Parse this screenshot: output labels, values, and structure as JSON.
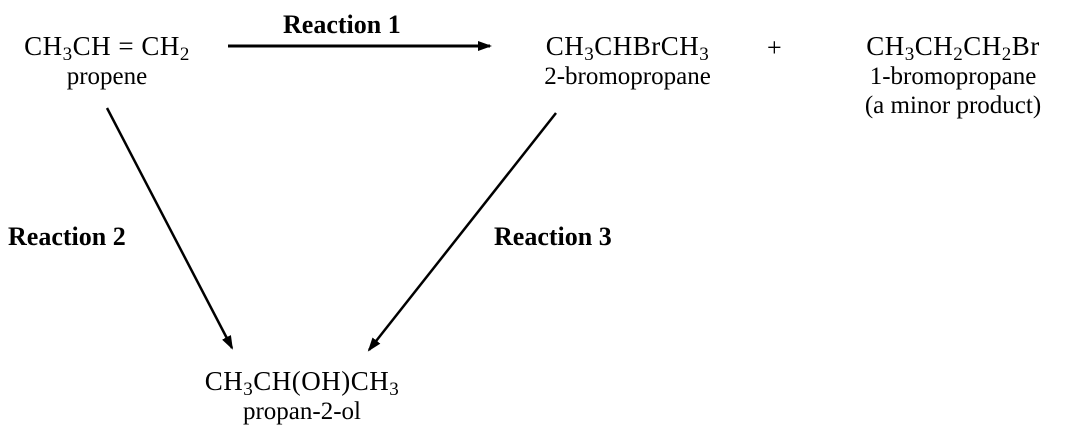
{
  "compounds": {
    "propene": {
      "formula": [
        "CH",
        "3",
        "CH = CH",
        "2",
        ""
      ],
      "name": "propene"
    },
    "bromopropane_2": {
      "formula": [
        "CH",
        "3",
        "CHBrCH",
        "3",
        ""
      ],
      "name": "2-bromopropane"
    },
    "bromopropane_1": {
      "formula": [
        "CH",
        "3",
        "CH",
        "2",
        "CH",
        "2",
        "Br"
      ],
      "name": "1-bromopropane",
      "note": "(a minor product)"
    },
    "propan_2_ol": {
      "formula": [
        "CH",
        "3",
        "CH(OH)CH",
        "3",
        ""
      ],
      "name": "propan-2-ol"
    }
  },
  "plus_sign": "+",
  "reactions": {
    "reaction_1": "Reaction 1",
    "reaction_2": "Reaction 2",
    "reaction_3": "Reaction 3"
  },
  "colors": {
    "ink": "#000000",
    "background": "#ffffff"
  }
}
